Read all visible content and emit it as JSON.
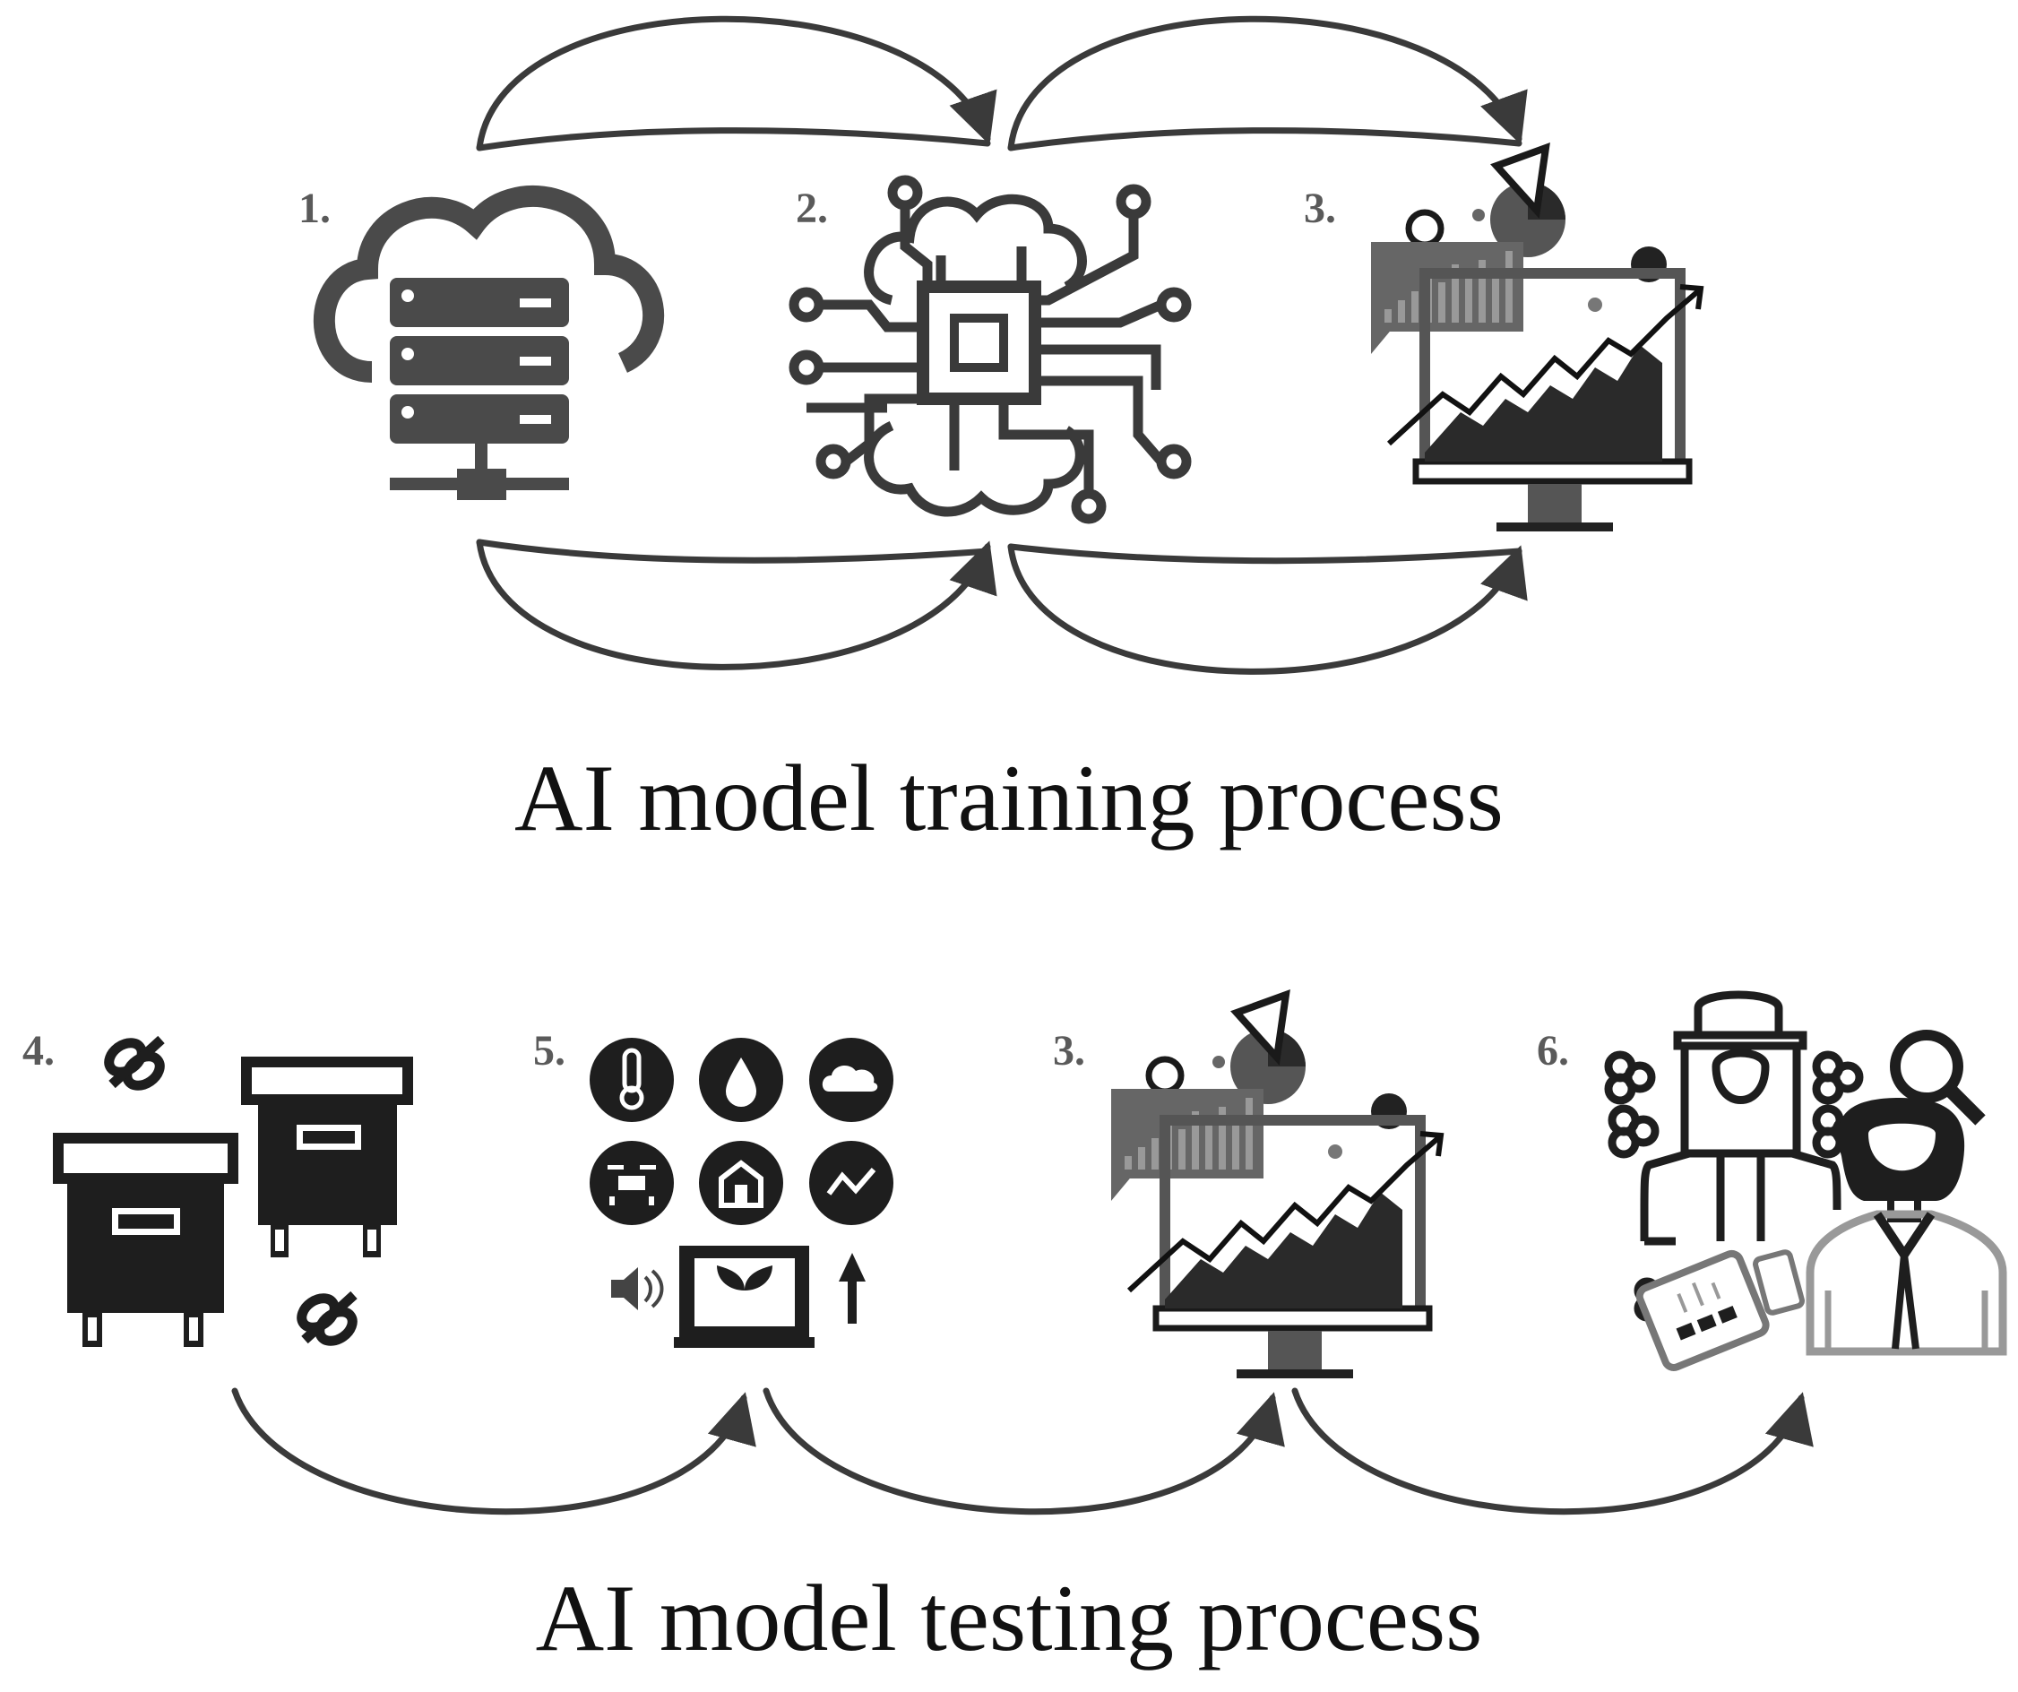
{
  "training": {
    "title": "AI model training process",
    "steps": [
      {
        "number": "1.",
        "icon": "cloud-server-icon"
      },
      {
        "number": "2.",
        "icon": "ai-brain-chip-icon"
      },
      {
        "number": "3.",
        "icon": "analytics-monitor-icon"
      }
    ]
  },
  "testing": {
    "title": "AI model testing process",
    "steps": [
      {
        "number": "4.",
        "icon": "beehive-icon"
      },
      {
        "number": "5.",
        "icon": "sensor-dashboard-icon"
      },
      {
        "number": "3.",
        "icon": "analytics-monitor-icon"
      },
      {
        "number": "6.",
        "icon": "beekeeper-researcher-icon"
      }
    ]
  },
  "colors": {
    "icon_dark": "#1e1e1e",
    "icon_gray": "#4a4a4a",
    "label_gray": "#5a5a5a",
    "arrow": "#3a3a3a"
  }
}
